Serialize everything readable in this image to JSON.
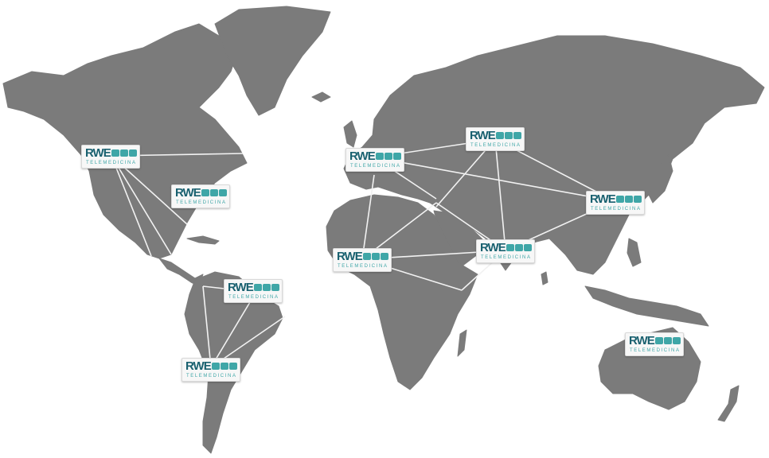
{
  "map": {
    "land_color": "#7b7b7b",
    "route_color": "#f2f2f2",
    "badge_brand": "RWE",
    "badge_subtitle": "TELEMEDICINA",
    "brand_color": "#1a6170",
    "accent_color": "#3fa6a7",
    "nodes": [
      {
        "id": "canada-west"
      },
      {
        "id": "usa-east"
      },
      {
        "id": "western-europe"
      },
      {
        "id": "russia"
      },
      {
        "id": "east-asia"
      },
      {
        "id": "west-africa"
      },
      {
        "id": "south-asia"
      },
      {
        "id": "brazil"
      },
      {
        "id": "south-america-south"
      },
      {
        "id": "australia"
      }
    ]
  }
}
